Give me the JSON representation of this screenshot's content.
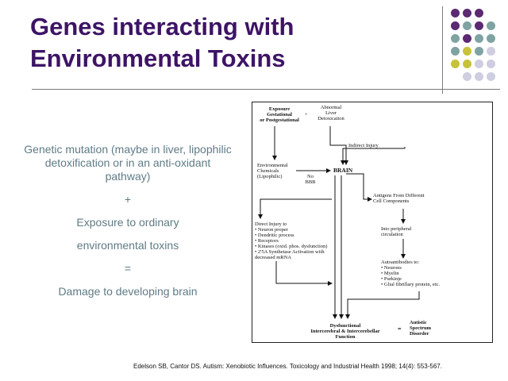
{
  "slide": {
    "title_line1": "Genes interacting with",
    "title_line2": "Environmental Toxins",
    "body_lines": [
      "Genetic mutation (maybe in liver, lipophilic detoxification or in an anti-oxidant pathway)",
      "+",
      "Exposure to ordinary",
      "environmental toxins",
      "=",
      "Damage to developing brain"
    ],
    "citation": "Edelson SB, Cantor DS.  Autism: Xenobiotic Influences.  Toxicology and Industrial Health 1998; 14(4): 553-567.",
    "colors": {
      "title": "#3d1466",
      "body_text": "#5f7b86",
      "dot_purple": "#5b2a72",
      "dot_teal": "#7fa3a2",
      "dot_olive": "#c8c23a",
      "dot_lavender": "#cfcde0"
    }
  },
  "diagram": {
    "exposure": "Exposure\nGestational\nor Postgestational",
    "plus": "+",
    "abnormal_liver": "Abnormal\nLiver\nDetoxication",
    "indirect_injury": "Indirect Injury",
    "env_chemicals": "Environmental\nChemicals\n(Lipophilic)",
    "no_bbb": "No\nBBB",
    "brain": "BRAIN",
    "antigens": "Antigens From Different\nCell Components",
    "direct_injury": "Direct Injury to\n• Neuron proper\n• Dendritic process\n• Receptors\n• Kinases (oxid. phos. dysfunction)\n• 2'5A Synthetase Activation with\n  decreased mRNA",
    "peripheral": "Into peripheral\ncirculation",
    "autoantibodies": "Autoantibodies to:\n• Neurons\n• Myelin\n• Purkinje\n• Glial fibrillary protein, etc.",
    "dysfunctional": "Dysfunctional\nIntercerebral & Intercerebellar\nFunction",
    "equals": "=",
    "autistic": "Autistic\nSpectrum\nDisorder"
  }
}
